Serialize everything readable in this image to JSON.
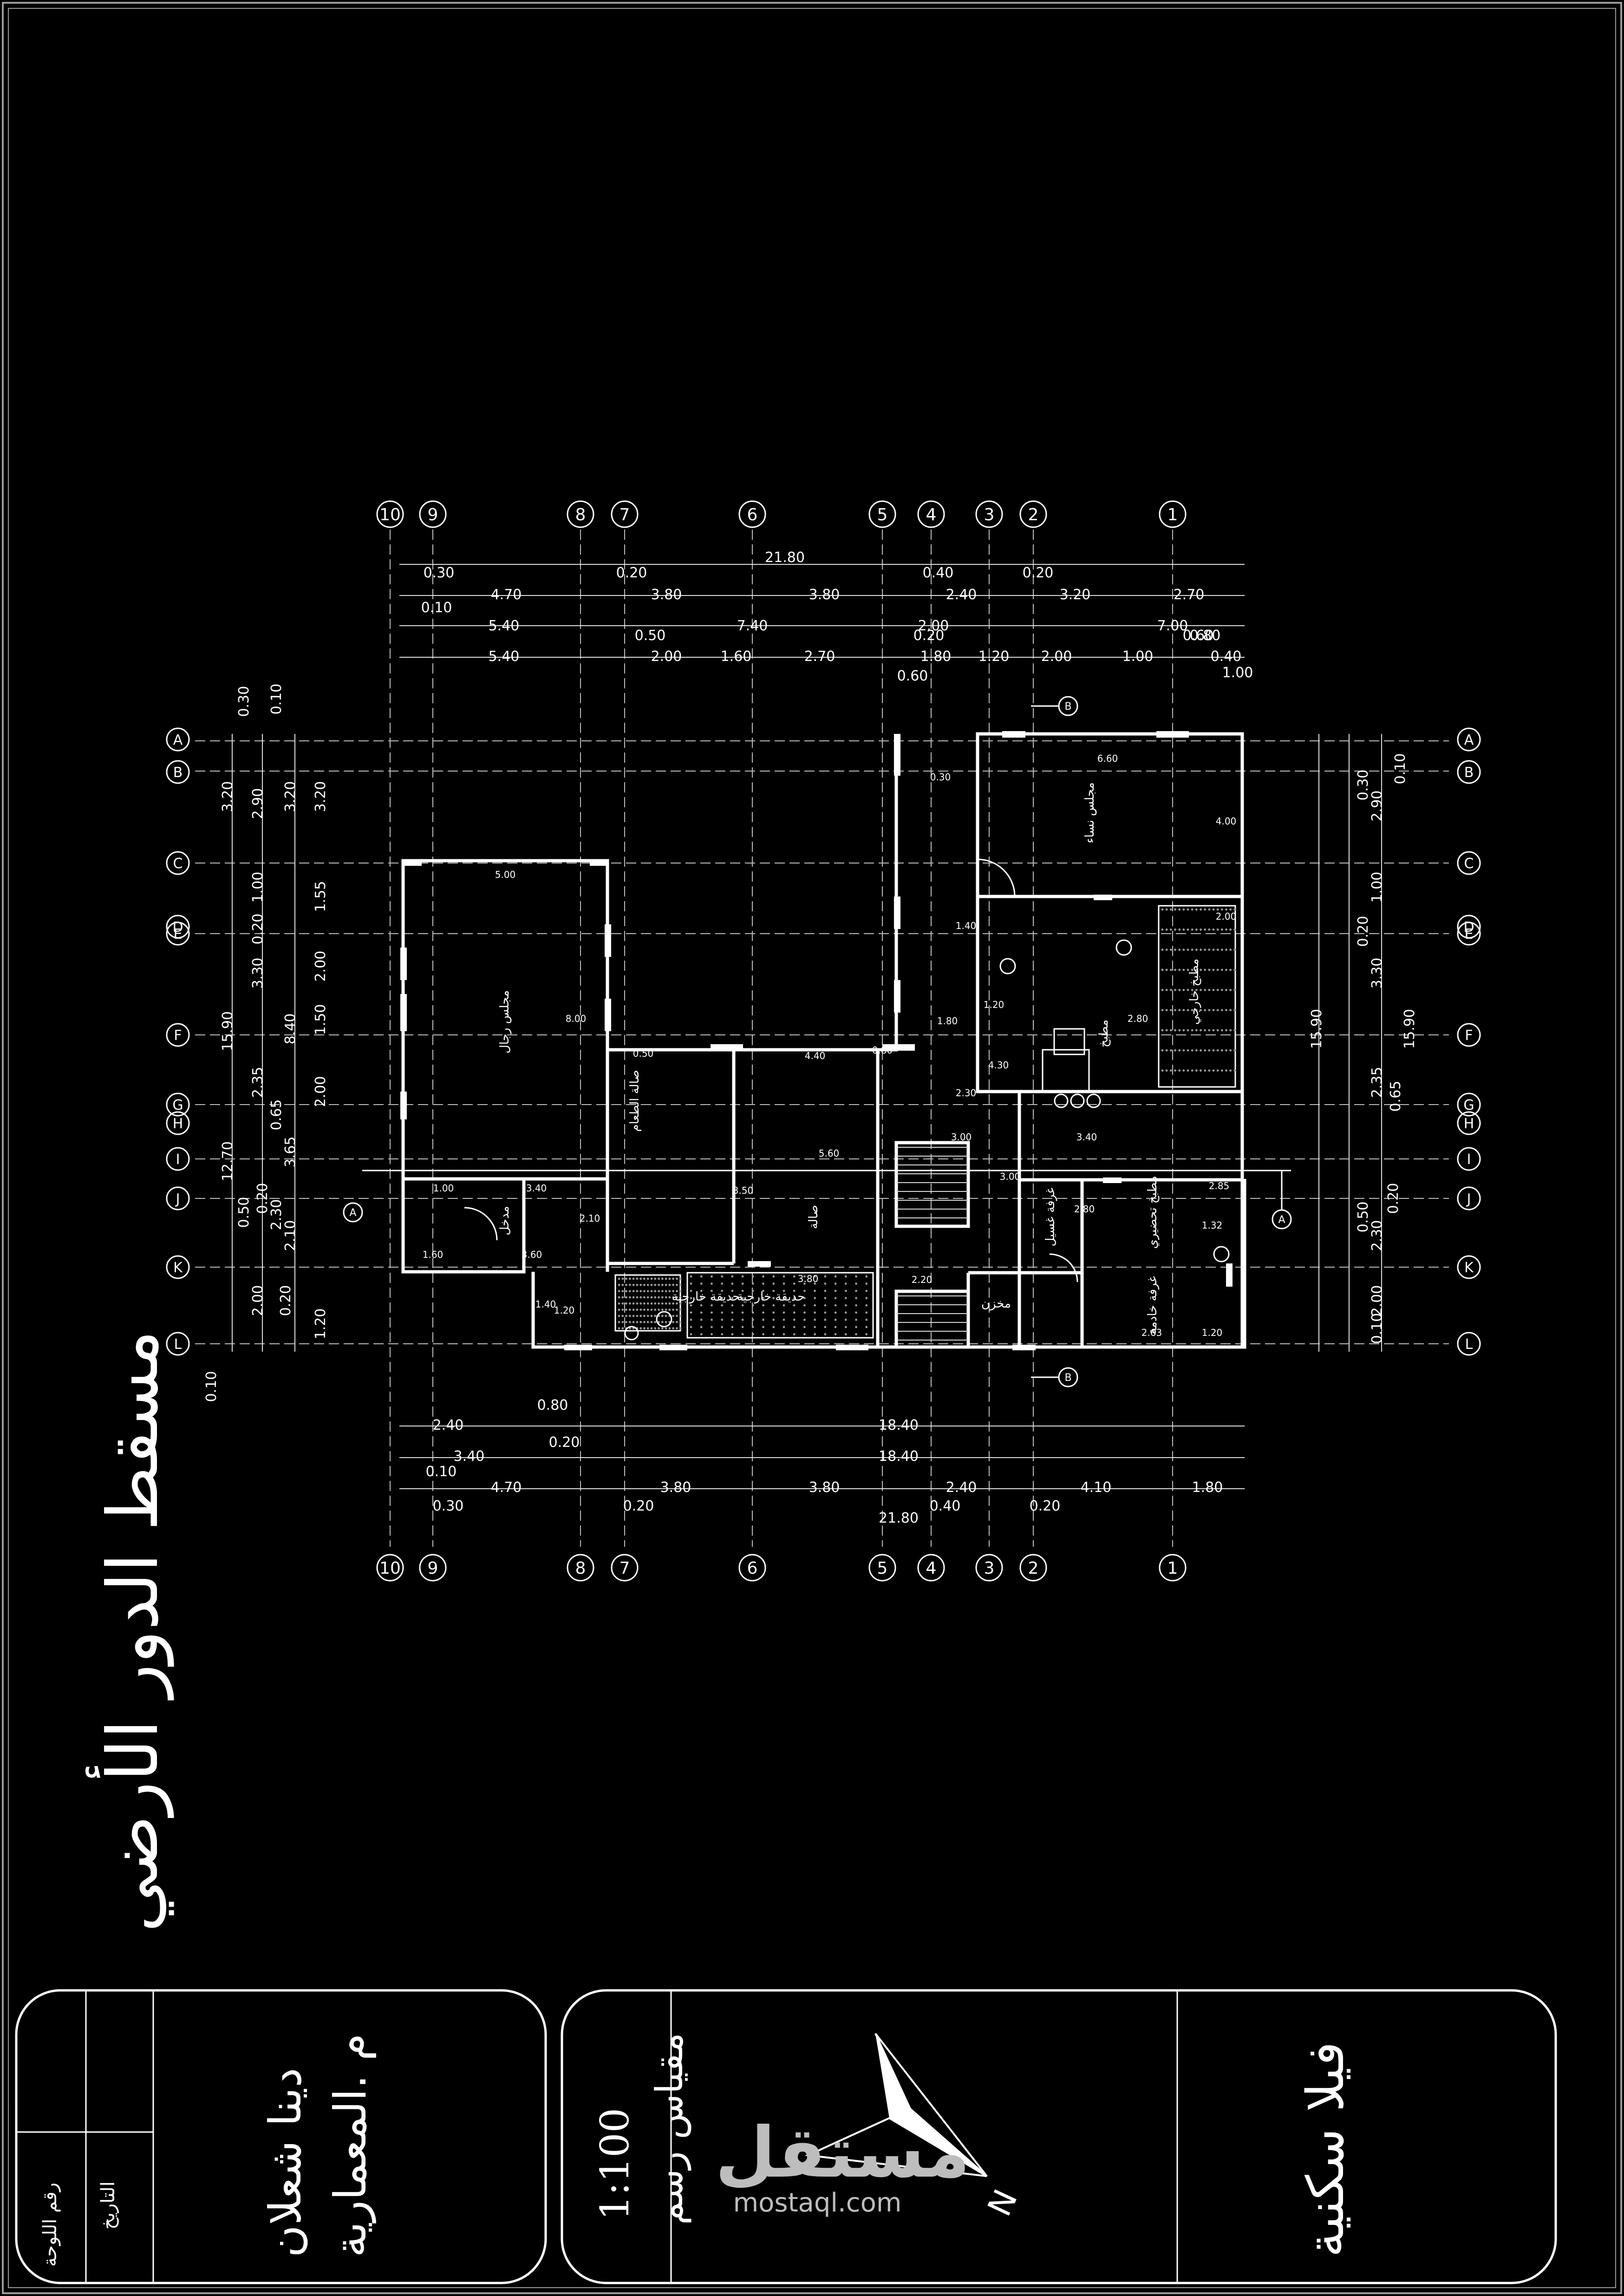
{
  "drawing": {
    "sheet_title": "مسقط الدور الأرضي",
    "grid_cols_top": [
      "10",
      "9",
      "8",
      "7",
      "6",
      "5",
      "4",
      "3",
      "2",
      "1"
    ],
    "grid_rows_left": [
      "A",
      "B",
      "C",
      "D",
      "E",
      "F",
      "G",
      "H",
      "I",
      "J",
      "K",
      "L"
    ],
    "dims_top": [
      {
        "t": "21.80"
      },
      {
        "t": "0.30"
      },
      {
        "t": "0.10"
      },
      {
        "t": "4.70"
      },
      {
        "t": "0.20"
      },
      {
        "t": "3.80"
      },
      {
        "t": "3.80"
      },
      {
        "t": "0.40"
      },
      {
        "t": "2.40"
      },
      {
        "t": "0.20"
      },
      {
        "t": "3.20"
      },
      {
        "t": "2.70"
      },
      {
        "t": "5.40"
      },
      {
        "t": "7.40"
      },
      {
        "t": "2.00"
      },
      {
        "t": "7.00"
      },
      {
        "t": "0.50"
      },
      {
        "t": "0.20"
      },
      {
        "t": "0.60"
      },
      {
        "t": "0.80"
      },
      {
        "t": "5.40"
      },
      {
        "t": "2.00"
      },
      {
        "t": "1.60"
      },
      {
        "t": "2.70"
      },
      {
        "t": "1.80"
      },
      {
        "t": "1.20"
      },
      {
        "t": "2.00"
      },
      {
        "t": "1.00"
      },
      {
        "t": "0.40"
      },
      {
        "t": "0.60"
      },
      {
        "t": "1.00"
      }
    ],
    "dims_bottom": [
      {
        "t": "2.40"
      },
      {
        "t": "0.80"
      },
      {
        "t": "18.40"
      },
      {
        "t": "0.20"
      },
      {
        "t": "3.40"
      },
      {
        "t": "18.40"
      },
      {
        "t": "0.10"
      },
      {
        "t": "4.70"
      },
      {
        "t": "3.80"
      },
      {
        "t": "3.80"
      },
      {
        "t": "2.40"
      },
      {
        "t": "4.10"
      },
      {
        "t": "1.80"
      },
      {
        "t": "0.30"
      },
      {
        "t": "0.20"
      },
      {
        "t": "0.40"
      },
      {
        "t": "0.20"
      },
      {
        "t": "21.80"
      }
    ],
    "dims_left": [
      "0.10",
      "0.30",
      "3.20",
      "2.90",
      "3.20",
      "3.20",
      "1.00",
      "1.55",
      "0.20",
      "3.30",
      "2.00",
      "15.90",
      "8.40",
      "1.50",
      "2.35",
      "2.00",
      "0.65",
      "12.70",
      "3.65",
      "0.20",
      "0.50",
      "2.30",
      "2.10",
      "2.00",
      "0.20",
      "1.20",
      "0.10"
    ],
    "dims_right": [
      "0.10",
      "0.30",
      "2.90",
      "1.00",
      "0.20",
      "3.30",
      "15.90",
      "15.90",
      "2.35",
      "0.65",
      "0.20",
      "0.50",
      "2.30",
      "2.00",
      "0.10"
    ],
    "room_labels": [
      "مجلس رجال",
      "مجلس نساء",
      "مطبخ",
      "مطبخ خارجي",
      "غرفة غسيل",
      "غرفة خادمة",
      "صالة الطعام",
      "صالة",
      "مخزن",
      "مدخل",
      "حديقة خارجية",
      "مطبخ تحضيري",
      "حديقة خارجية"
    ],
    "interior_dims": [
      "5.00",
      "8.00",
      "6.60",
      "4.00",
      "2.00",
      "1.80",
      "1.20",
      "2.80",
      "4.30",
      "2.30",
      "3.00",
      "3.40",
      "0.50",
      "4.40",
      "0.80",
      "5.60",
      "3.50",
      "3.80",
      "2.20",
      "3.00",
      "2.80",
      "2.85",
      "1.32",
      "2.63",
      "1.20",
      "1.00",
      "1.60",
      "3.60",
      "1.40",
      "2.10",
      "3.40",
      "1.20",
      "0.30",
      "1.40"
    ]
  },
  "title_block": {
    "project": "فيلا سكنية",
    "scale_label": "مقياس رسم",
    "scale_value": "1:100",
    "north": "N",
    "engineer_prefix": "م .المعمارية",
    "engineer_name": "دينا شعلان",
    "date_label": "التاريخ",
    "sheet_no_label": "رقم اللوحة"
  },
  "watermark": {
    "arabic": "مستقل",
    "latin": "mostaql.com"
  }
}
